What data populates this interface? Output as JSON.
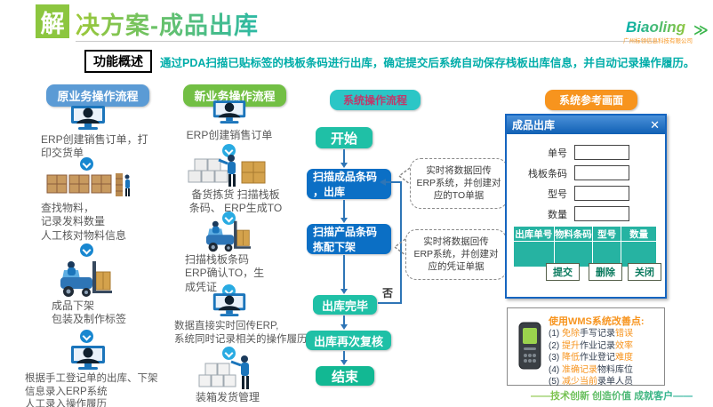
{
  "header": {
    "badge": "解",
    "title": "决方案-成品出库",
    "overview_label": "功能概述",
    "overview_text": "通过PDA扫描已贴标签的栈板条码进行出库，确定提交后系统自动保存栈板出库信息，并自动记录操作履历。",
    "logo": {
      "brand": "Biaoling",
      "company": "广州标领信息科技有限公司",
      "chevrons": "≫"
    }
  },
  "columns": {
    "original": {
      "label": "原业务操作流程",
      "steps": [
        {
          "text": "ERP创建销售订单，打印交货单"
        },
        {
          "text": "查找物料，\n记录发料数量\n人工核对物料信息"
        },
        {
          "text": "成品下架\n包装及制作标签"
        },
        {
          "text": "根据手工登记单的出库、下架\n信息录入ERP系统\n人工录入操作履历"
        }
      ]
    },
    "new": {
      "label": "新业务操作流程",
      "steps": [
        {
          "text": "ERP创建销售订单"
        },
        {
          "text": "备货拣货 扫描栈板\n条码、 ERP生成TO"
        },
        {
          "text": "扫描栈板条码\nERP确认TO，生\n成凭证"
        },
        {
          "text": "数据直接实时回传ERP,\n系统同时记录相关的操作履历"
        },
        {
          "text": "装箱发货管理"
        }
      ]
    }
  },
  "flow": {
    "label": "系统操作流程",
    "boxes": [
      "开始",
      "扫描成品条码\n，出库",
      "扫描产品条码\n拣配下架",
      "出库完毕",
      "出库再次复核",
      "结束"
    ],
    "no_label": "否"
  },
  "callouts": [
    {
      "text": "实时将数据回传\nERP系统，并创建对\n应的TO单据"
    },
    {
      "text": "实时将数据回传\nERP系统，并创建对\n应的凭证单据"
    }
  ],
  "reference": {
    "label": "系统参考画面",
    "window": {
      "title": "成品出库",
      "close": "✕",
      "fields": [
        {
          "label": "单号"
        },
        {
          "label": "栈板条码"
        },
        {
          "label": "型号"
        },
        {
          "label": "数量"
        }
      ],
      "table_headers": [
        "出库单号",
        "物料条码",
        "型号",
        "数量"
      ],
      "buttons": [
        "提交",
        "删除",
        "关闭"
      ]
    }
  },
  "improvements": {
    "title": "使用WMS系统改善点:",
    "items": [
      {
        "num": "(1) ",
        "a": "免除",
        "b": "手写记录",
        "c": "错误"
      },
      {
        "num": "(2) ",
        "a": "提升",
        "b": "作业记录",
        "c": "效率"
      },
      {
        "num": "(3) ",
        "a": "降低",
        "b": "作业登记",
        "c": "难度"
      },
      {
        "num": "(4) ",
        "a": "准确记录",
        "b": "物料库位",
        "c": ""
      },
      {
        "num": "(5) ",
        "a": "减少当前",
        "b": "录单人员",
        "c": ""
      }
    ]
  },
  "footer": {
    "motto": "——技术创新 创造价值 成就客户——"
  },
  "colors": {
    "accent_green": "#8CC63F",
    "accent_blue": "#5B9BD5",
    "accent_teal": "#1FC0A6",
    "flow_blue": "#0B6FC5",
    "accent_orange": "#F7941E",
    "label_magenta": "#C0396B",
    "desc_teal": "#00ADA9",
    "table_teal": "#26B3A2"
  }
}
